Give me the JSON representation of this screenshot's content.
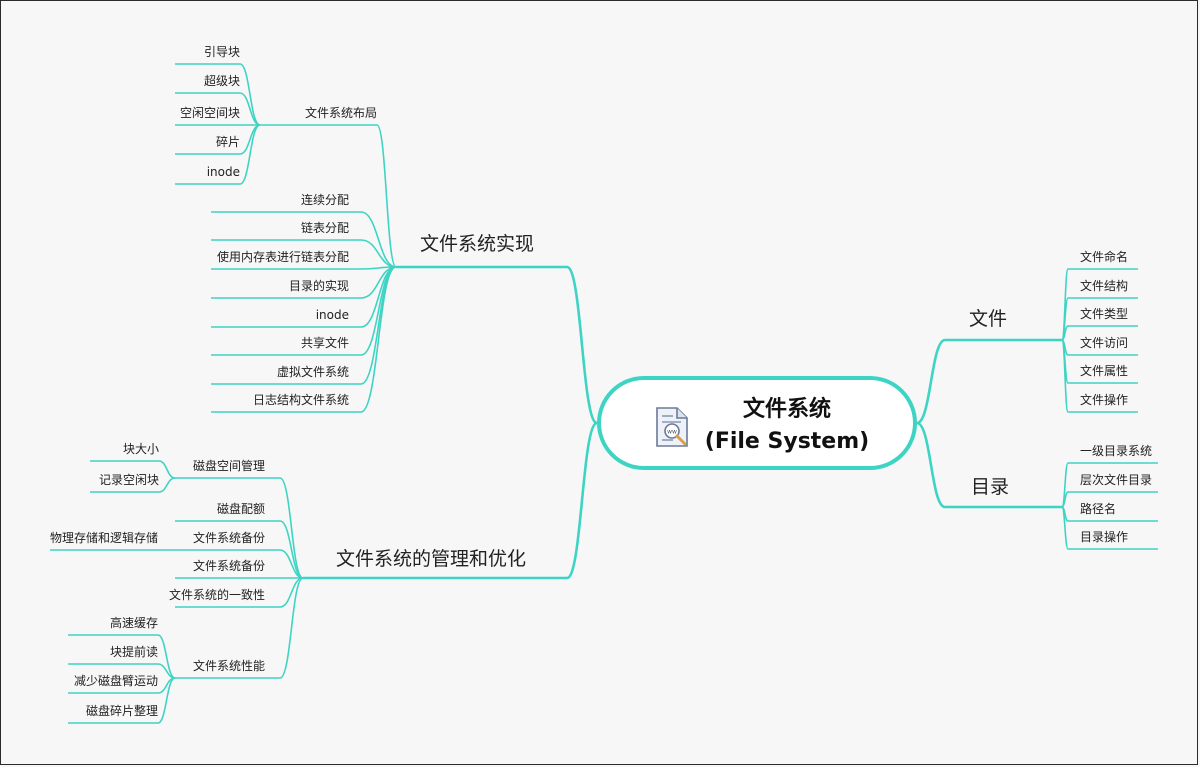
{
  "center": {
    "line1": "文件系统",
    "line2": "(File System)"
  },
  "branches": {
    "impl": {
      "label": "文件系统实现",
      "layout": {
        "label": "文件系统布局",
        "items": [
          "引导块",
          "超级块",
          "空闲空间块",
          "碎片",
          "inode"
        ]
      },
      "items": [
        "连续分配",
        "链表分配",
        "使用内存表进行链表分配",
        "目录的实现",
        "inode",
        "共享文件",
        "虚拟文件系统",
        "日志结构文件系统"
      ]
    },
    "mgmt": {
      "label": "文件系统的管理和优化",
      "disk_space": {
        "label": "磁盘空间管理",
        "items": [
          "块大小",
          "记录空闲块"
        ]
      },
      "quota": "磁盘配额",
      "backup1": {
        "label": "文件系统备份",
        "items": [
          "物理存储和逻辑存储"
        ]
      },
      "backup2": "文件系统备份",
      "consistency": "文件系统的一致性",
      "perf": {
        "label": "文件系统性能",
        "items": [
          "高速缓存",
          "块提前读",
          "减少磁盘臂运动",
          "磁盘碎片整理"
        ]
      }
    },
    "file": {
      "label": "文件",
      "items": [
        "文件命名",
        "文件结构",
        "文件类型",
        "文件访问",
        "文件属性",
        "文件操作"
      ]
    },
    "dir": {
      "label": "目录",
      "items": [
        "一级目录系统",
        "层次文件目录",
        "路径名",
        "目录操作"
      ]
    }
  }
}
